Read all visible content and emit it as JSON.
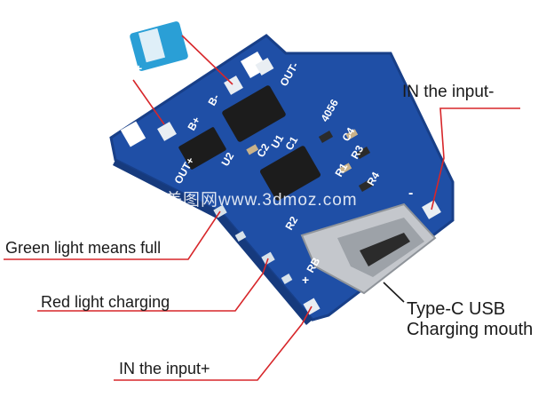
{
  "callouts": {
    "in_minus": "IN the input-",
    "green": "Green light means full",
    "red": "Red light charging",
    "in_plus": "IN the input+",
    "typec_line1": "Type-C USB",
    "typec_line2": "Charging mouth"
  },
  "silkscreen": {
    "b_minus": "B-",
    "b_plus": "B+",
    "out_minus": "OUT-",
    "out_plus": "OUT+",
    "chip": "4056",
    "r3": "R3",
    "c4": "C4",
    "r4": "R4",
    "c2": "C2",
    "c1": "C1",
    "u1": "U1",
    "r1": "R1",
    "r2": "R2",
    "rb": "RB",
    "u2": "U2",
    "pad_minus": "-",
    "pad_plus": "+",
    "battery_plus": "+"
  },
  "watermark": "美图网www.3dmoz.com",
  "colors": {
    "board": "#1f4fa6",
    "board_edge": "#183f88",
    "callout_line": "#d7262a",
    "chip": "#1c1c1c",
    "pad": "#e9eef3",
    "battery": "#2a9fd6"
  }
}
